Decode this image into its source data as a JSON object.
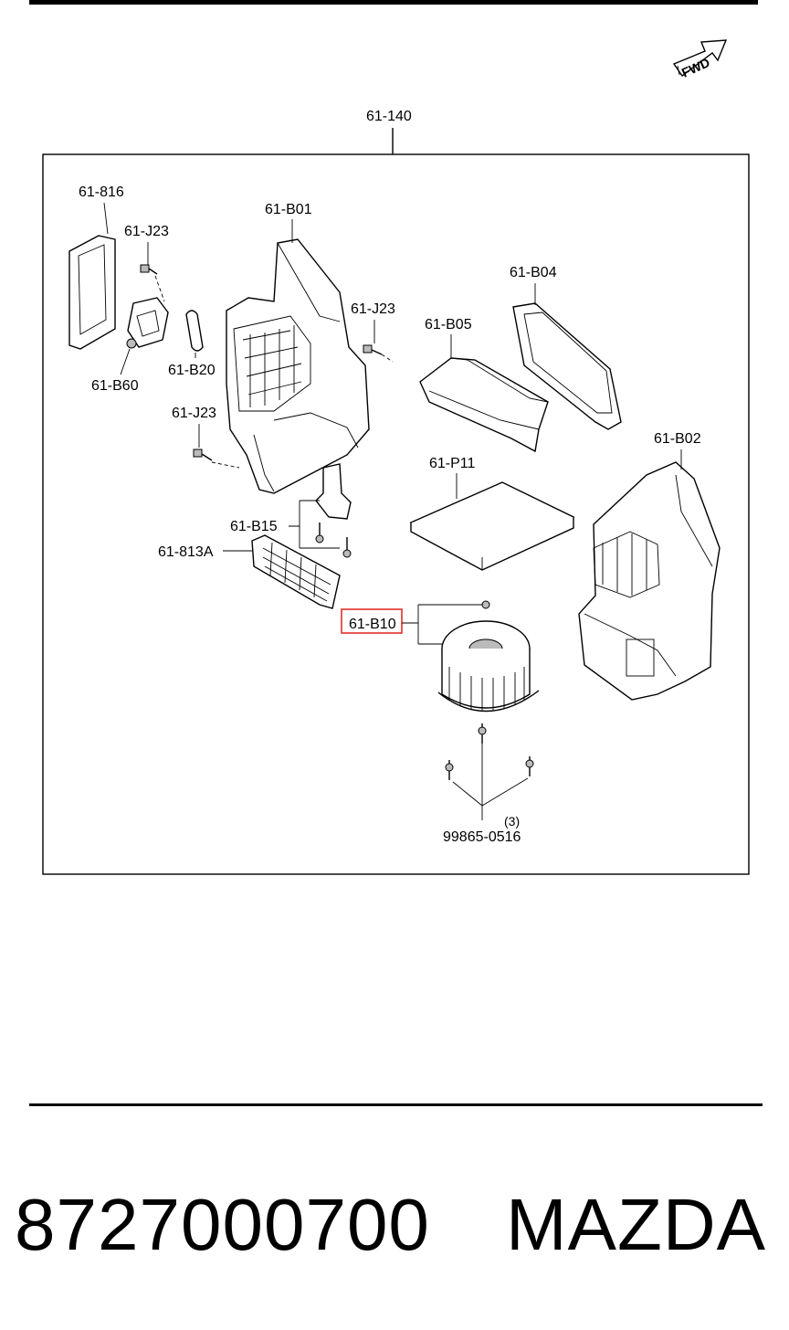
{
  "direction_badge": "FWD",
  "assembly_label": "61-140",
  "labels": {
    "p_816": "61-816",
    "p_j23_a": "61-J23",
    "p_b01": "61-B01",
    "p_j23_b": "61-J23",
    "p_b04": "61-B04",
    "p_b05": "61-B05",
    "p_b60": "61-B60",
    "p_b20": "61-B20",
    "p_j23_c": "61-J23",
    "p_b02": "61-B02",
    "p_p11": "61-P11",
    "p_b15": "61-B15",
    "p_813a": "61-813A",
    "p_b10": "61-B10",
    "screw_qty": "(3)",
    "screw_part": "99865-0516"
  },
  "highlight_color": "#e0302a",
  "footer": {
    "part_number": "8727000700",
    "brand": "MAZDA"
  }
}
